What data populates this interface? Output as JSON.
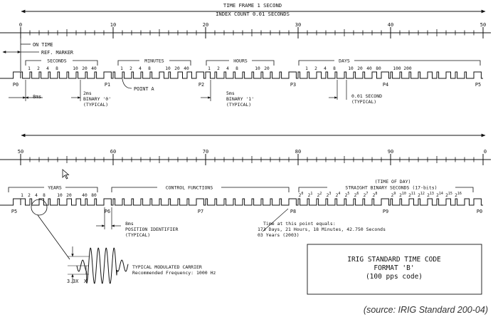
{
  "header": {
    "frame_label": "TIME FRAME  1 SECOND",
    "index_label": "INDEX COUNT  0.01 SECONDS"
  },
  "ruler1": {
    "labels": [
      "0",
      "10",
      "20",
      "30",
      "40",
      "50"
    ]
  },
  "ruler2": {
    "labels": [
      "50",
      "60",
      "70",
      "80",
      "90",
      "0"
    ]
  },
  "row1": {
    "on_time": "ON TIME",
    "ref_marker": "REF. MARKER",
    "groups": {
      "seconds": "SECONDS",
      "minutes": "MINUTES",
      "hours": "HOURS",
      "days": "DAYS"
    },
    "weights": {
      "seconds_a": [
        "1",
        "2",
        "4",
        "8"
      ],
      "seconds_b": [
        "10",
        "20",
        "40"
      ],
      "minutes_a": [
        "1",
        "2",
        "4",
        "8"
      ],
      "minutes_b": [
        "10",
        "20",
        "40"
      ],
      "hours_a": [
        "1",
        "2",
        "4",
        "8"
      ],
      "hours_b": [
        "10",
        "20"
      ],
      "days_a": [
        "1",
        "2",
        "4",
        "8"
      ],
      "days_b": [
        "10",
        "20",
        "40",
        "80"
      ],
      "days_c": [
        "100",
        "200"
      ]
    },
    "markers": [
      "P0",
      "P1",
      "P2",
      "P3",
      "P4",
      "P5"
    ],
    "point_a": "POINT A",
    "dim_8ms": "8ms",
    "binary0": [
      "2ms",
      "BINARY '0'",
      "(TYPICAL)"
    ],
    "binary1": [
      "5ms",
      "BINARY '1'",
      "(TYPICAL)"
    ],
    "second001": [
      "0.01 SECOND",
      "(TYPICAL)"
    ]
  },
  "row2": {
    "groups": {
      "years": "YEARS",
      "control": "CONTROL FUNCTIONS",
      "time_of_day": "(TIME OF DAY)",
      "sbs": "STRAIGHT BINARY SECONDS (17-bits)"
    },
    "weights": {
      "years_a": [
        "1",
        "2",
        "4",
        "8"
      ],
      "years_b": [
        "10",
        "20",
        "40",
        "80"
      ]
    },
    "sbs_base": "2",
    "sbs_exponents": [
      "0",
      "1",
      "2",
      "3",
      "4",
      "5",
      "6",
      "7",
      "8",
      "9",
      "10",
      "11",
      "12",
      "13",
      "14",
      "15",
      "16"
    ],
    "markers": [
      "P5",
      "P6",
      "P7",
      "P8",
      "P9",
      "P0"
    ],
    "position_id": [
      "8ms",
      "POSITION IDENTIFIER",
      "(TYPICAL)"
    ],
    "time_note": [
      "Time at this point equals:",
      "173 Days, 21 Hours, 18 Minutes, 42.750 Seconds",
      "03 Years (2003)"
    ]
  },
  "carrier": {
    "label": [
      "TYPICAL MODULATED CARRIER",
      "Recommended Frequency: 1000 Hz"
    ],
    "amp_high": "3.3X",
    "amp_low": "X"
  },
  "title_box": [
    "IRIG STANDARD TIME CODE",
    "FORMAT 'B'",
    "(100 pps code)"
  ],
  "source": "(source: IRIG Standard 200-04)"
}
